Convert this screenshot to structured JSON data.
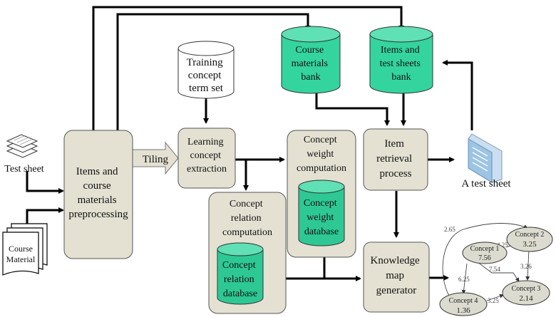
{
  "nodes": {
    "test_sheet_input": "Test sheet",
    "course_material_input": [
      "Course",
      "Material"
    ],
    "preprocessing": [
      "Items and",
      "course",
      "materials",
      "preprocessing"
    ],
    "tiling": "Tiling",
    "training_set": [
      "Training",
      "concept",
      "term set"
    ],
    "learning": [
      "Learning",
      "concept",
      "extraction"
    ],
    "course_bank": [
      "Course",
      "materials",
      "bank"
    ],
    "items_bank": [
      "Items and",
      "test sheets",
      "bank"
    ],
    "concept_relation": [
      "Concept",
      "relation",
      "computation"
    ],
    "relation_db": [
      "Concept",
      "relation",
      "database"
    ],
    "concept_weight": [
      "Concept",
      "weight",
      "computation"
    ],
    "weight_db": [
      "Concept",
      "weight",
      "database"
    ],
    "item_retrieval": [
      "Item",
      "retrieval",
      "process"
    ],
    "test_sheet_output": "A test sheet",
    "knowledge_map": [
      "Knowledge",
      "map",
      "generator"
    ]
  },
  "concept_map": {
    "concepts": [
      {
        "name": "Concept 1",
        "value": "7.56"
      },
      {
        "name": "Concept 2",
        "value": "3.25"
      },
      {
        "name": "Concept 3",
        "value": "2.14"
      },
      {
        "name": "Concept 4",
        "value": "1.36"
      }
    ],
    "edges": [
      "2.65",
      "4.25",
      "7.54",
      "3.26",
      "6.25",
      "3.25"
    ]
  },
  "colors": {
    "process_fill": "#e4e1d2",
    "db_fill": "#34d49e",
    "db_inner_fill": "#2ec895",
    "concept_fill": "#dcdbcf",
    "doc_icon": "#9cc4e4",
    "stroke": "#444444"
  }
}
